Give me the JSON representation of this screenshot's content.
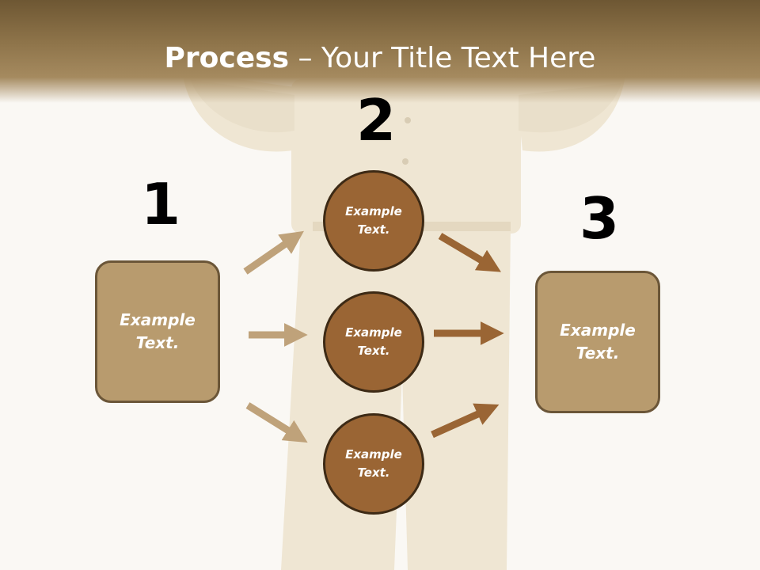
{
  "title": {
    "bold": "Process",
    "rest": " – Your Title Text Here"
  },
  "steps": [
    {
      "number": "1"
    },
    {
      "number": "2"
    },
    {
      "number": "3"
    }
  ],
  "left_box": {
    "text": "Example Text."
  },
  "circles": [
    {
      "text": "Example Text."
    },
    {
      "text": "Example Text."
    },
    {
      "text": "Example Text."
    }
  ],
  "right_box": {
    "text": "Example Text."
  },
  "colors": {
    "header": "#8d7349",
    "box_fill": "#b89b6e",
    "circle_fill": "#9a6534",
    "arrow_light": "#bfa27a",
    "arrow_dark": "#9a6534"
  }
}
